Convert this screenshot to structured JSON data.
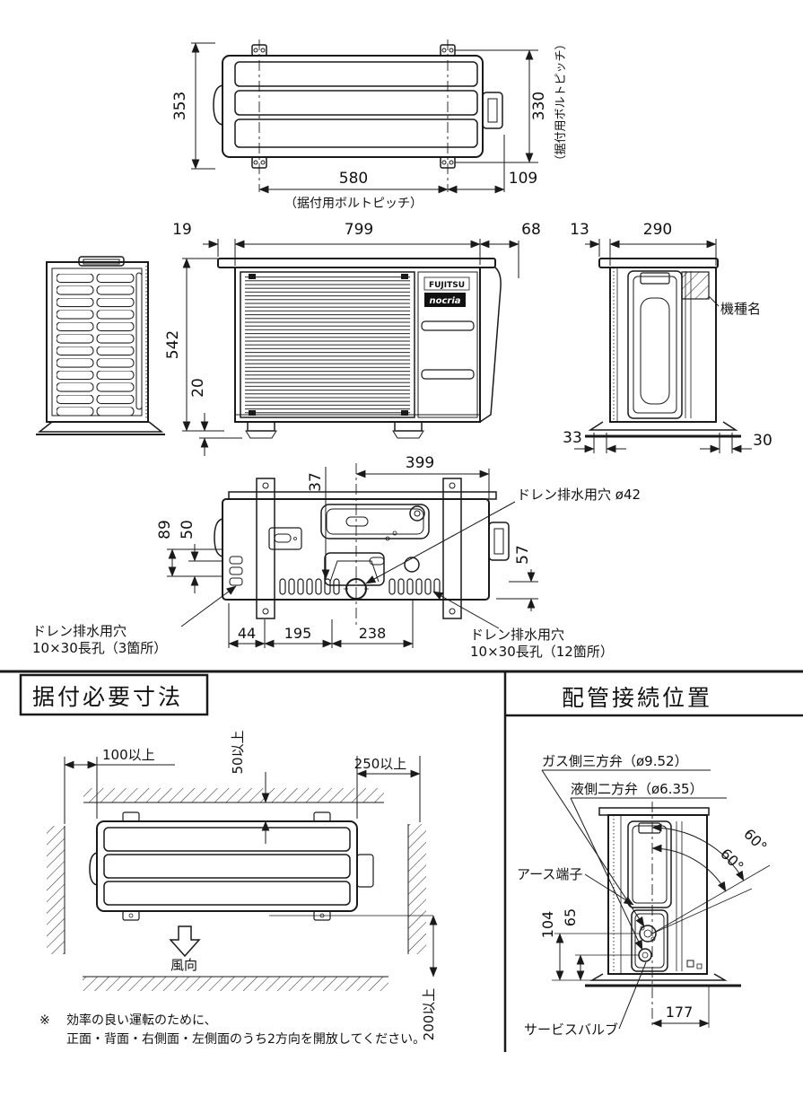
{
  "top_view": {
    "dim_353": "353",
    "dim_330": "330",
    "note_right": "（据付用ボルトピッチ）",
    "dim_580": "580",
    "note_580": "（据付用ボルトピッチ）",
    "dim_109": "109"
  },
  "front_view": {
    "dim_19": "19",
    "dim_799": "799",
    "dim_68": "68",
    "dim_542": "542",
    "dim_20": "20",
    "brand": "FUJITSU",
    "brand_sub": "nocria"
  },
  "right_side_view": {
    "dim_13": "13",
    "dim_290": "290",
    "label_model": "機種名",
    "dim_33": "33",
    "dim_30": "30"
  },
  "bottom_view": {
    "dim_399": "399",
    "dim_37": "37",
    "dim_89": "89",
    "dim_50": "50",
    "dim_57": "57",
    "dim_44": "44",
    "dim_195": "195",
    "dim_238": "238",
    "label_drain_center": "ドレン排水用穴 ø42",
    "drain_left_line1": "ドレン排水用穴",
    "drain_left_line2": "10×30長孔（3箇所）",
    "drain_right_line1": "ドレン排水用穴",
    "drain_right_line2": "10×30長孔（12箇所）"
  },
  "installation": {
    "title": "据付必要寸法",
    "dim_left": "100以上",
    "dim_top": "50以上",
    "dim_right": "250以上",
    "dim_front": "200以上",
    "wind_label": "風向",
    "note_mark": "※",
    "note_line1": "効率の良い運転のために、",
    "note_line2": "正面・背面・右側面・左側面のうち2方向を開放してください。"
  },
  "piping": {
    "title": "配管接続位置",
    "label_gas": "ガス側三方弁（ø9.52）",
    "label_liquid": "液側二方弁（ø6.35）",
    "label_earth": "アース端子",
    "label_service": "サービスバルブ",
    "dim_104": "104",
    "dim_65": "65",
    "dim_177": "177",
    "angle_outer": "60°",
    "angle_inner": "60°"
  }
}
